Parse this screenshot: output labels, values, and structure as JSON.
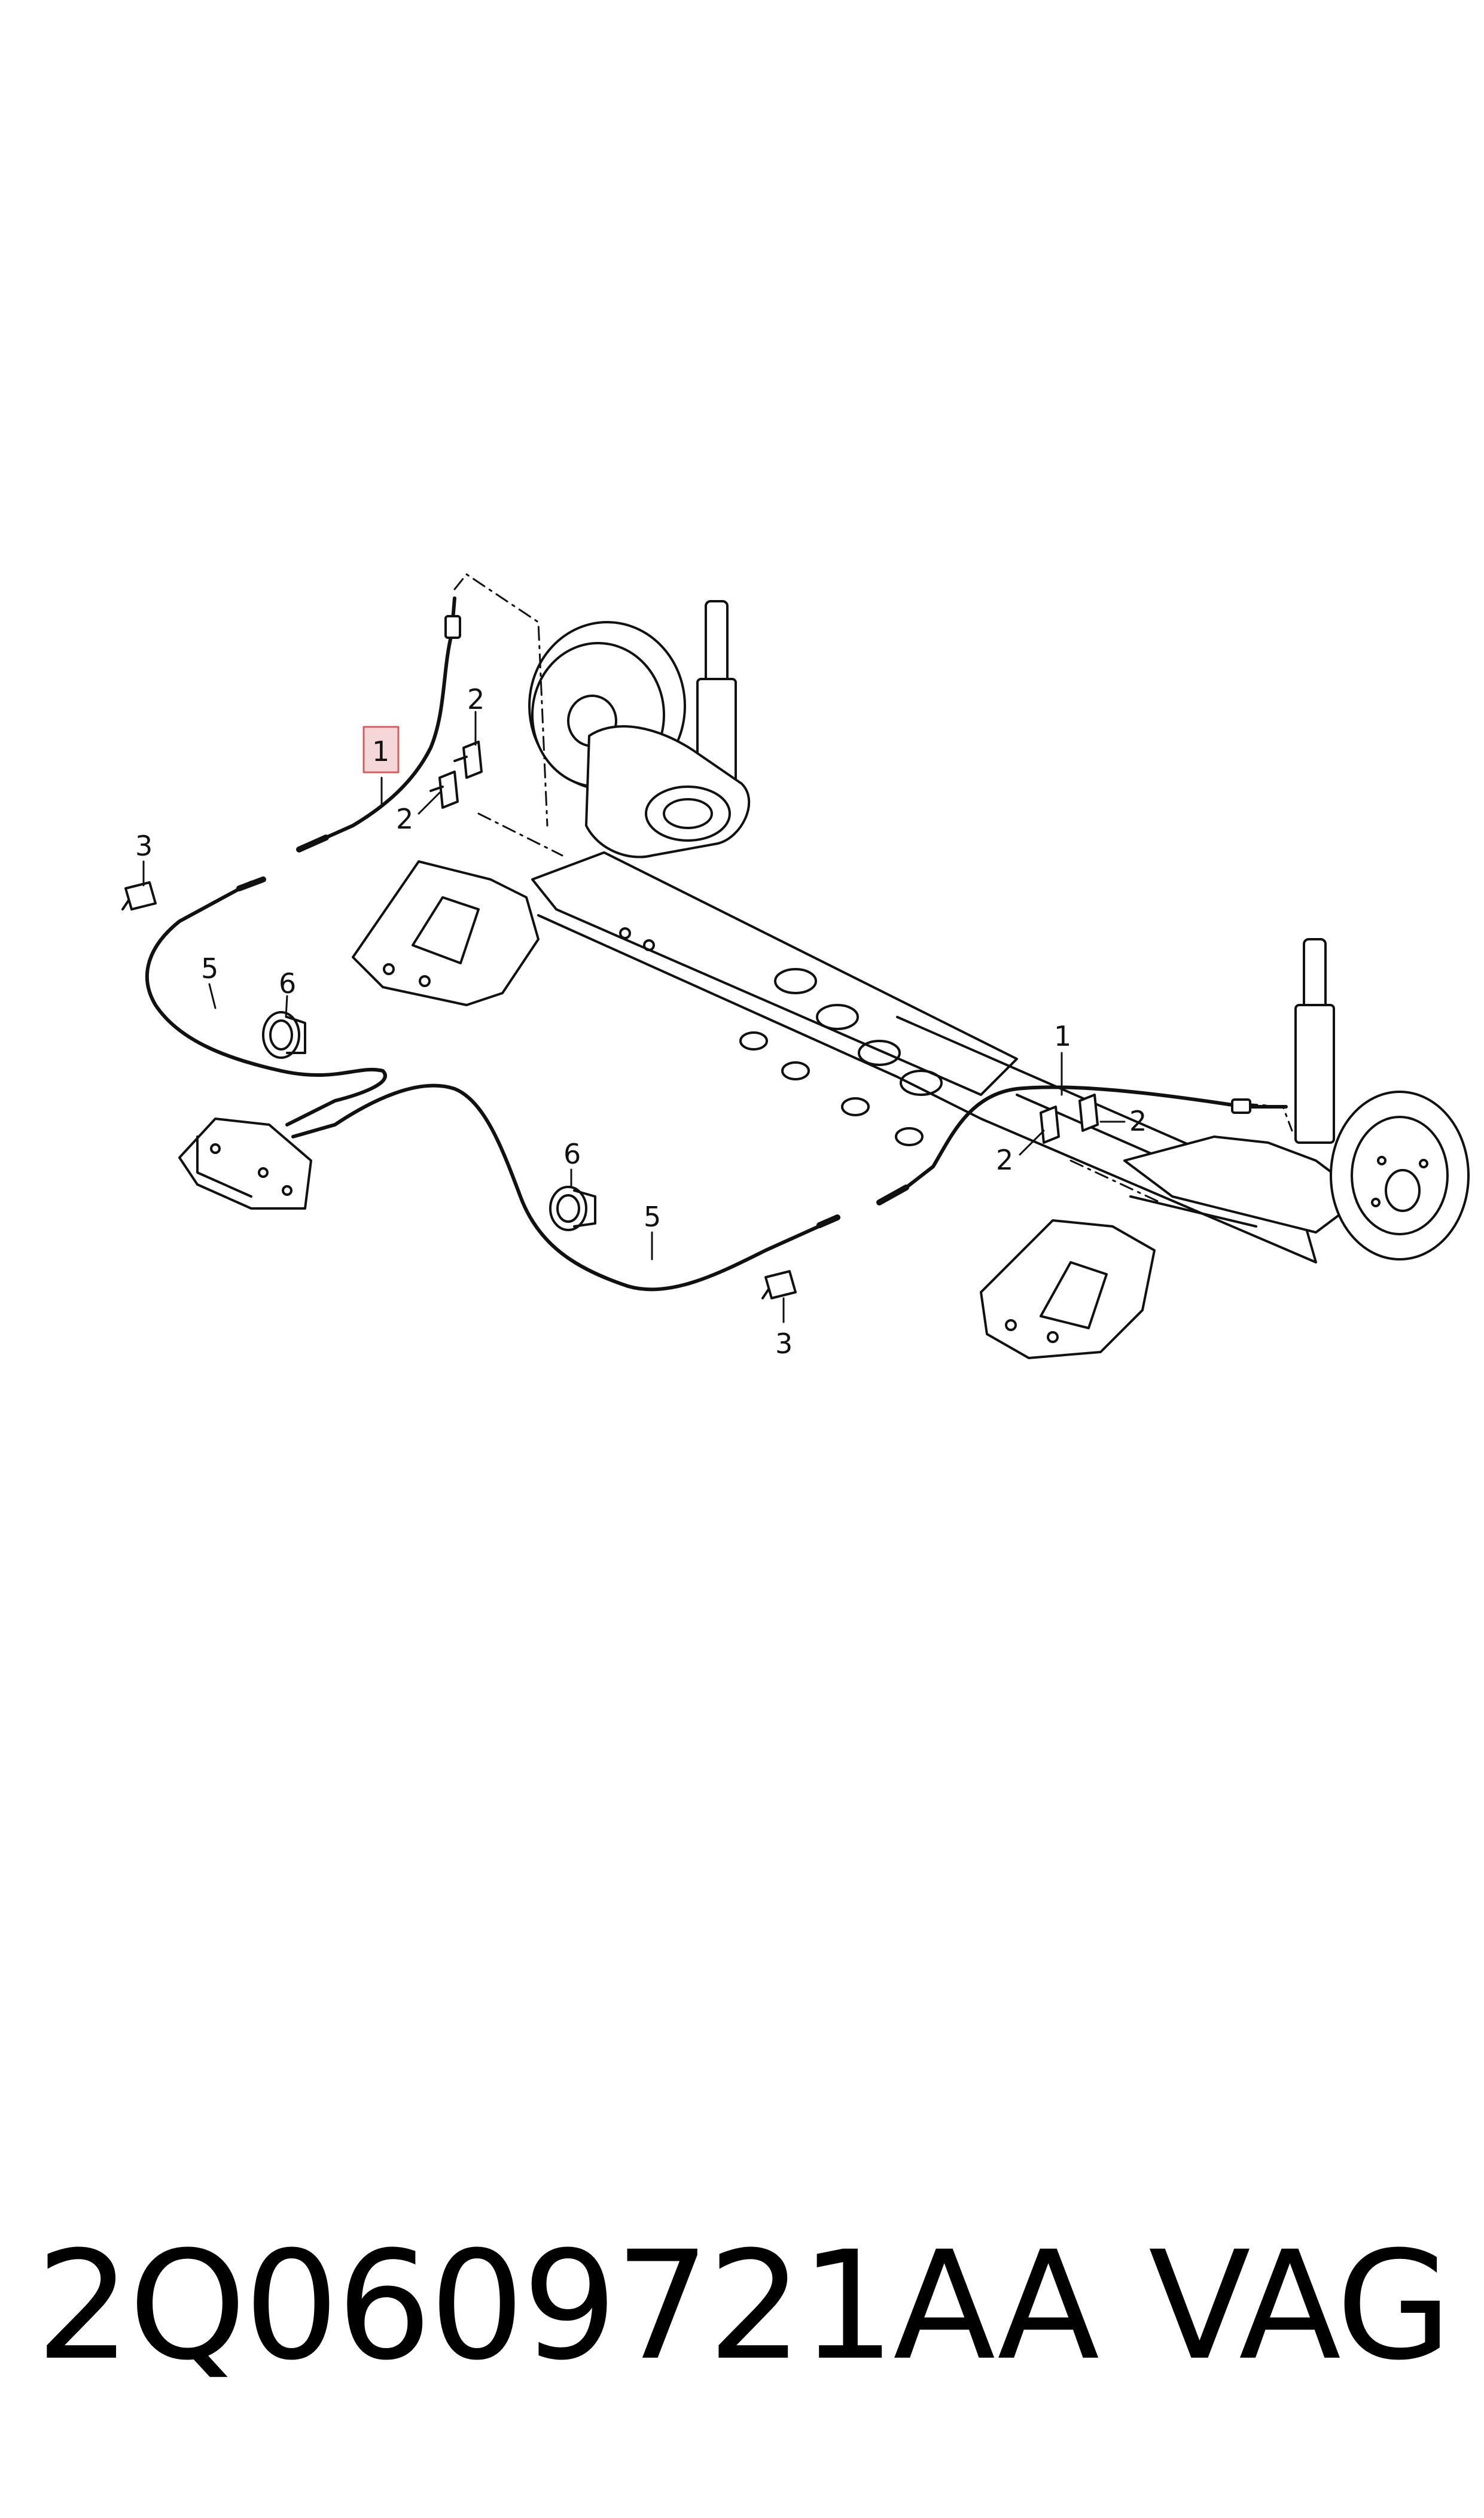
{
  "callouts": {
    "c1a": "1",
    "c1b": "1",
    "c2a": "2",
    "c2b": "2",
    "c2c": "2",
    "c2d": "2",
    "c3a": "3",
    "c3b": "3",
    "c5a": "5",
    "c5b": "5",
    "c6a": "6",
    "c6b": "6"
  },
  "footer": {
    "part_number": "2Q0609721AA",
    "brand": "VAG"
  },
  "colors": {
    "highlight_fill": "#f6d7d7",
    "highlight_stroke": "#d06060",
    "line": "#111111"
  }
}
